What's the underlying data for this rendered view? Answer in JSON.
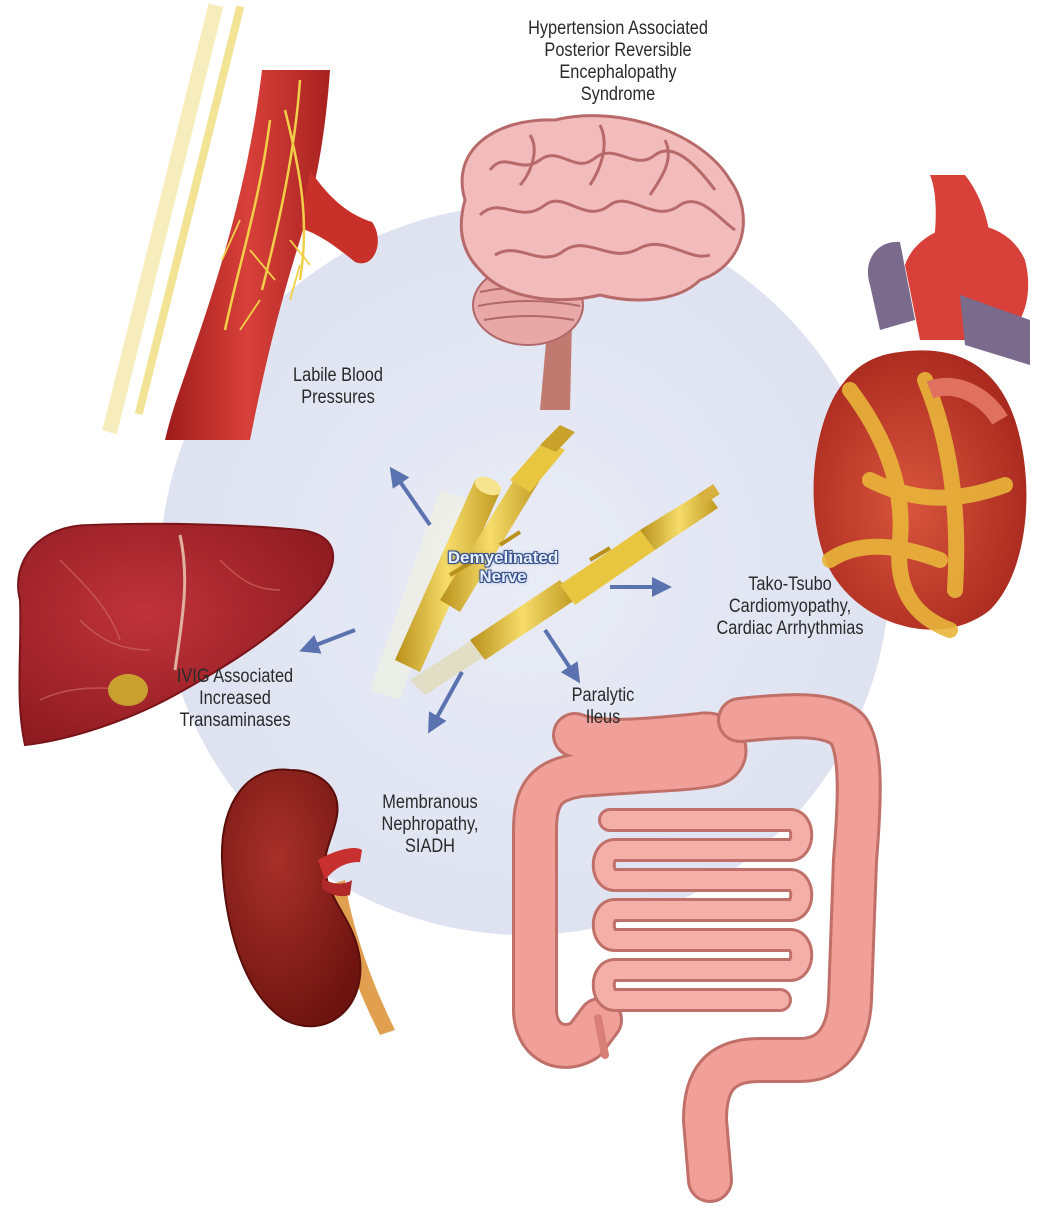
{
  "labels": {
    "brain": "Hypertension Associated\nPosterior Reversible\nEncephalopathy\nSyndrome",
    "blood_pressure": "Labile Blood\nPressures",
    "heart": "Tako-Tsubo\nCardiomyopathy,\nCardiac Arrhythmias",
    "nerve": "Demyelinated\nNerve",
    "liver": "IVIG Associated\nIncreased\nTransaminases",
    "intestine": "Paralytic\nIleus",
    "kidney": "Membranous\nNephropathy,\nSIADH"
  },
  "colors": {
    "background_circle": "#e3e7f4",
    "arrow": "#5a72b0",
    "artery": "#c8302a",
    "brain": "#f0b4b4",
    "heart_muscle": "#c9402e",
    "heart_fat": "#e8b53a",
    "liver": "#a8242a",
    "kidney": "#8a1e1a",
    "intestine": "#ef9a90",
    "nerve": "#e8c640"
  },
  "icons": [
    "blood-vessel-icon",
    "brain-icon",
    "heart-icon",
    "liver-icon",
    "kidney-icon",
    "intestine-icon",
    "nerve-icon"
  ]
}
